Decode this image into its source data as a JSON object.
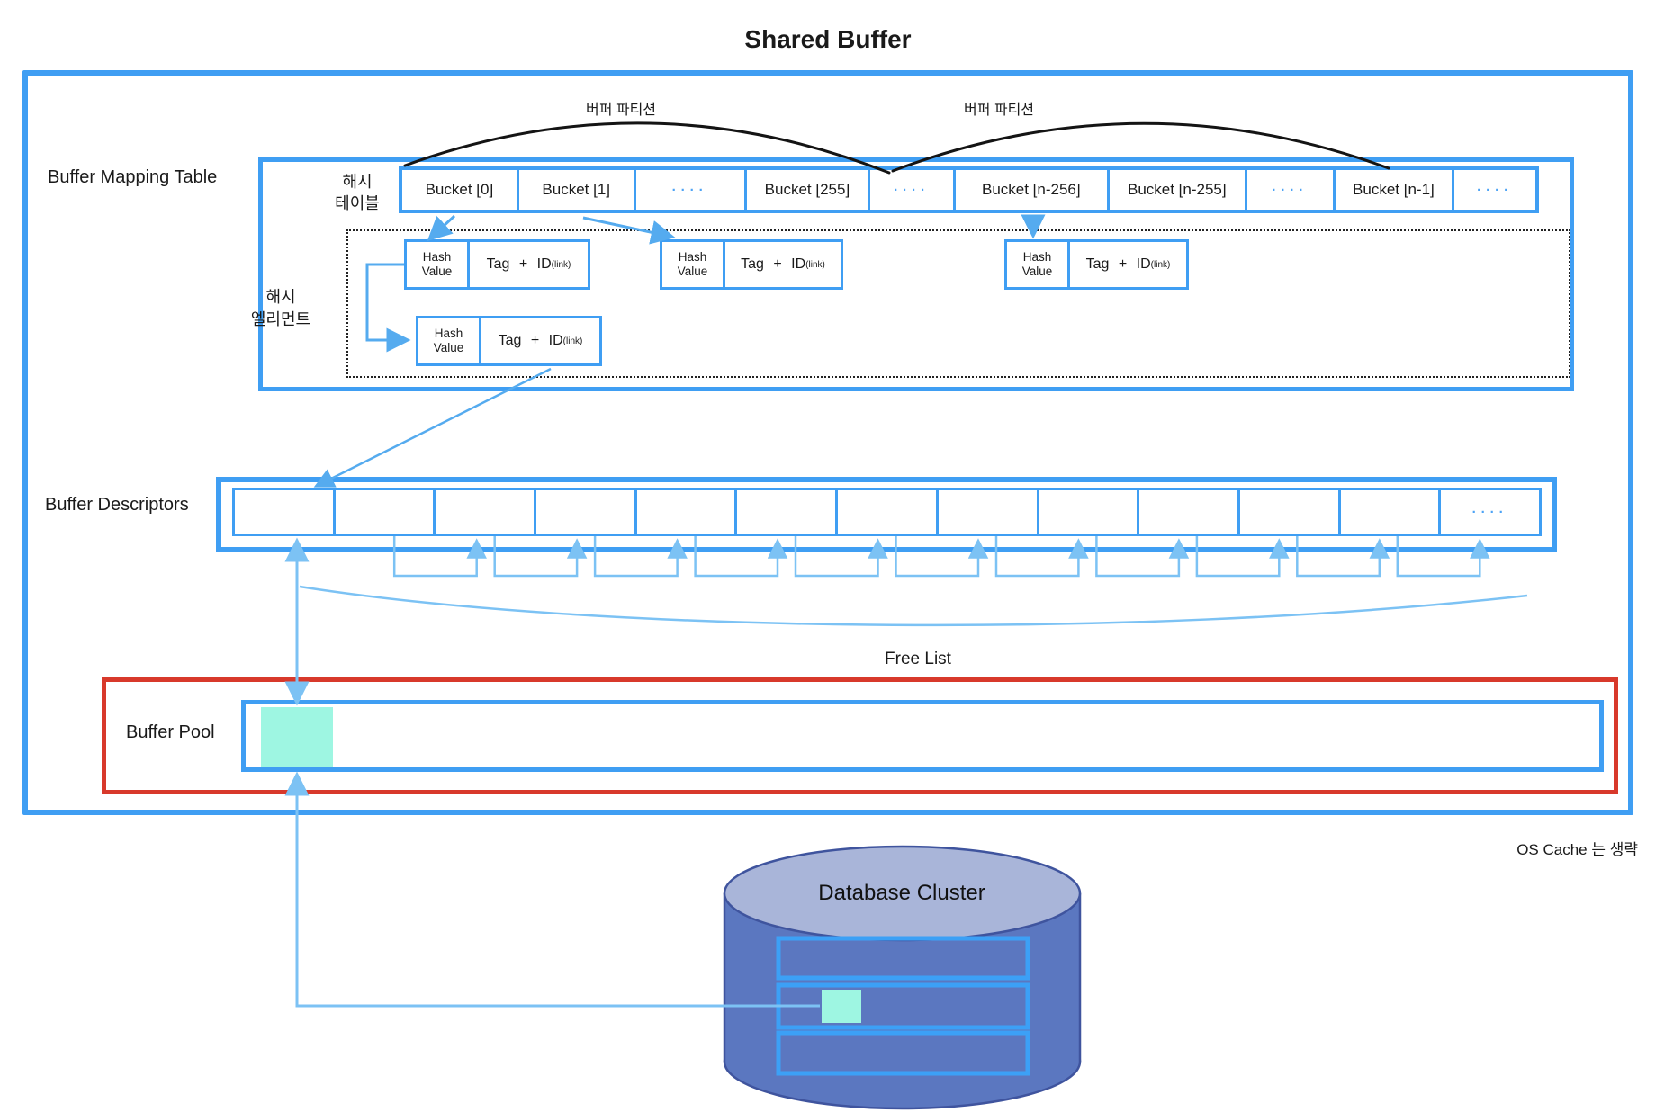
{
  "title": "Shared Buffer",
  "colors": {
    "accent_blue": "#3f9ef3",
    "arrow_blue": "#7cc2f4",
    "hash_arrow_blue": "#55abef",
    "dots_blue": "#4da3f5",
    "red": "#d8392b",
    "cyan": "#9ef6e2",
    "cylinder_body": "#5b77c0",
    "cylinder_top": "#a9b5d9",
    "brace_black": "#141414"
  },
  "mapping_table": {
    "label": "Buffer Mapping Table",
    "partition_labels": [
      "버퍼 파티션",
      "버퍼 파티션"
    ],
    "hash_table_label": {
      "line1": "해시",
      "line2": "테이블"
    },
    "hash_element_label": {
      "line1": "해시",
      "line2": "엘리먼트"
    },
    "buckets": [
      {
        "label": "Bucket [0]"
      },
      {
        "label": "Bucket [1]"
      },
      {
        "label": "····"
      },
      {
        "label": "Bucket [255]"
      },
      {
        "label": "····"
      },
      {
        "label": "Bucket [n-256]"
      },
      {
        "label": "Bucket [n-255]"
      },
      {
        "label": "····"
      },
      {
        "label": "Bucket [n-1]"
      },
      {
        "label": "····"
      }
    ],
    "hash_element": {
      "value_label": "Hash Value",
      "tag_label": "Tag + ID",
      "link_suffix": "(link)"
    }
  },
  "descriptors": {
    "label": "Buffer Descriptors",
    "cell_count": 13,
    "dots": "····"
  },
  "free_list_label": "Free List",
  "buffer_pool": {
    "label": "Buffer Pool"
  },
  "os_cache_note": "OS Cache 는 생략",
  "database": {
    "title": "Database Cluster"
  }
}
